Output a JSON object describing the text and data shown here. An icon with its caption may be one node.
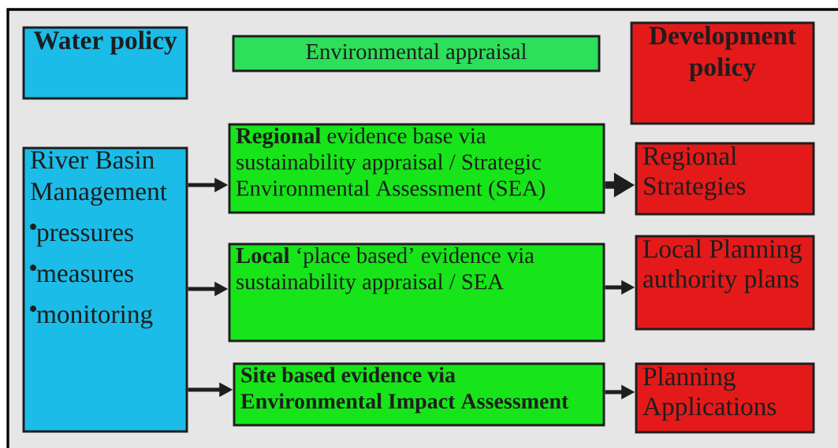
{
  "diagram": {
    "nodes": [
      {
        "text": [
          "Water policy"
        ]
      },
      {
        "text": [
          "Environmental appraisal"
        ]
      },
      {
        "text": [
          "Development policy"
        ]
      },
      {
        "text": [
          "River Basin Management",
          "pressures",
          "measures",
          "monitoring"
        ]
      },
      {
        "text": [
          "**Regional** evidence base via sustainability appraisal / Strategic Environmental Assessment (SEA)"
        ]
      },
      {
        "text": [
          "Regional Strategies"
        ]
      },
      {
        "text": [
          "**Local** ‘place based’ evidence via sustainability appraisal / SEA"
        ]
      },
      {
        "text": [
          "Local Planning authority plans"
        ]
      },
      {
        "text": [
          "Site based evidence via Environmental Impact Assessment"
        ]
      },
      {
        "text": [
          "Planning Applications"
        ]
      }
    ],
    "edges": [
      {
        "from": 3,
        "to": 4,
        "arrow": "to"
      },
      {
        "from": 4,
        "to": 5,
        "arrow": "to",
        "style": "thick"
      },
      {
        "from": 3,
        "to": 6,
        "arrow": "to"
      },
      {
        "from": 6,
        "to": 7,
        "arrow": "to"
      },
      {
        "from": 3,
        "to": 8,
        "arrow": "to"
      },
      {
        "from": 8,
        "to": 9,
        "arrow": "to"
      }
    ]
  }
}
